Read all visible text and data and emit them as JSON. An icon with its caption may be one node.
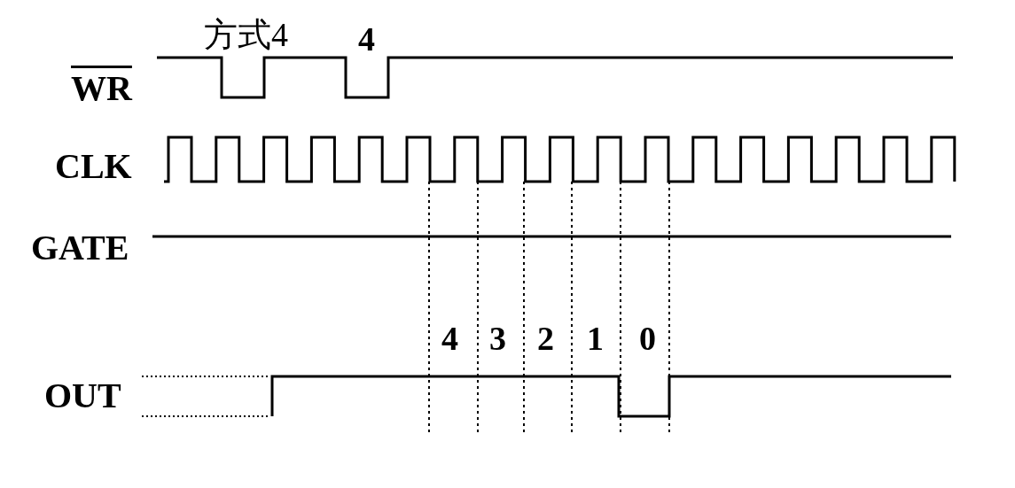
{
  "diagram": {
    "labels": [
      "WR",
      "CLK",
      "GATE",
      "OUT",
      "方式4",
      "4",
      "4",
      "3",
      "2",
      "1",
      "0"
    ]
  }
}
